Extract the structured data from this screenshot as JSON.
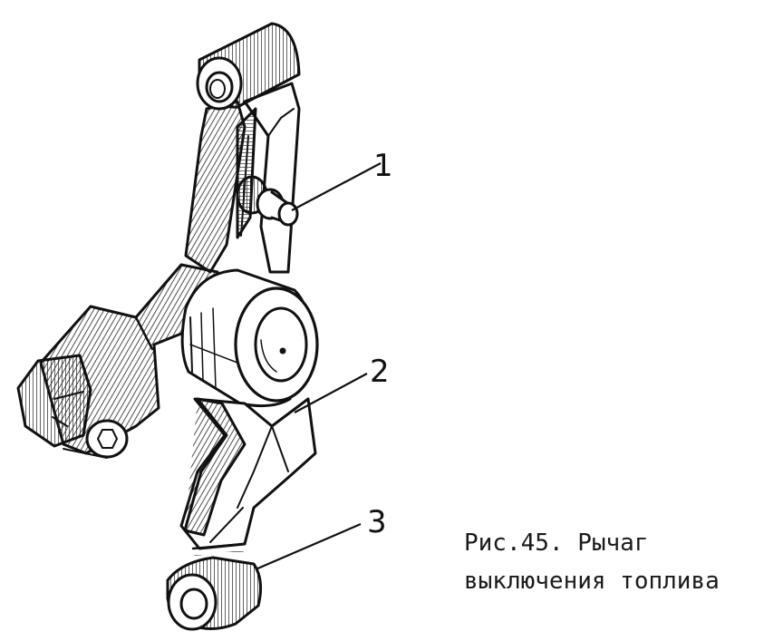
{
  "callouts": [
    "1",
    "2",
    "3"
  ],
  "caption": {
    "line1": "Рис.45. Рычаг",
    "line2": "выключения топлива"
  }
}
